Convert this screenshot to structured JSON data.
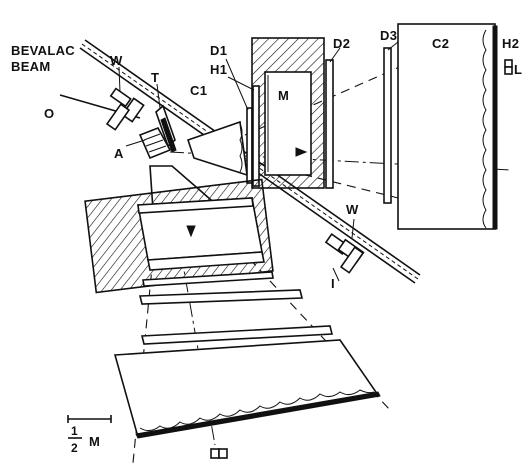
{
  "labels": {
    "bevalac_line1": "BEVALAC",
    "bevalac_line2": "BEAM",
    "w_upper": "W",
    "w_lower": "W",
    "o": "O",
    "t": "T",
    "a": "A",
    "c1": "C1",
    "d1": "D1",
    "h1": "H1",
    "m": "M",
    "d2": "D2",
    "d3": "D3",
    "c2": "C2",
    "h2": "H2",
    "l": "L",
    "i": "I"
  },
  "scale": {
    "numerator": "1",
    "denominator": "2",
    "unit": "M"
  }
}
